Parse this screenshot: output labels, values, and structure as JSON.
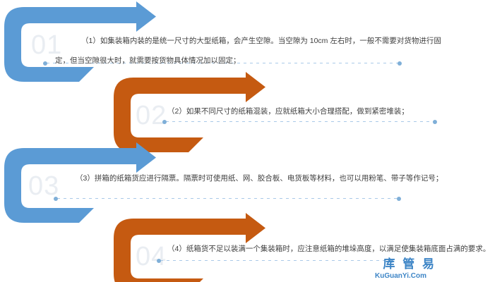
{
  "colors": {
    "blue_arrow": "#5B9BD5",
    "orange_arrow": "#C55A11",
    "text": "#3F3F3F",
    "dash_line": "#A9C9E8",
    "dash_dot": "#7FAFD8",
    "step_number": "#E9EDF2",
    "brand": "#3D85C6"
  },
  "steps": [
    {
      "number": "01",
      "lines": [
        "（1）如集装箱内装的是统一尺寸的大型纸箱，会产生空隙。当空隙为 10cm 左右时，一般不需要对货物进行固",
        "定，但当空隙很大时，就需要按货物具体情况加以固定；"
      ]
    },
    {
      "number": "02",
      "lines": [
        "（2）如果不同尺寸的纸箱混装，应就纸箱大小合理搭配，做到紧密堆装；"
      ]
    },
    {
      "number": "03",
      "lines": [
        "（3）拼箱的纸箱货应进行隔票。隔票时可使用纸、网、胶合板、电货板等材料，也可以用粉笔、带子等作记号；"
      ]
    },
    {
      "number": "04",
      "lines": [
        "（4）纸箱货不足以装满一个集装箱时，应注意纸箱的堆垛高度，以满足使集装箱底面占满的要求。"
      ]
    }
  ],
  "watermark": {
    "cn": "库 管 易",
    "en": "KuGuanYi.Com"
  }
}
